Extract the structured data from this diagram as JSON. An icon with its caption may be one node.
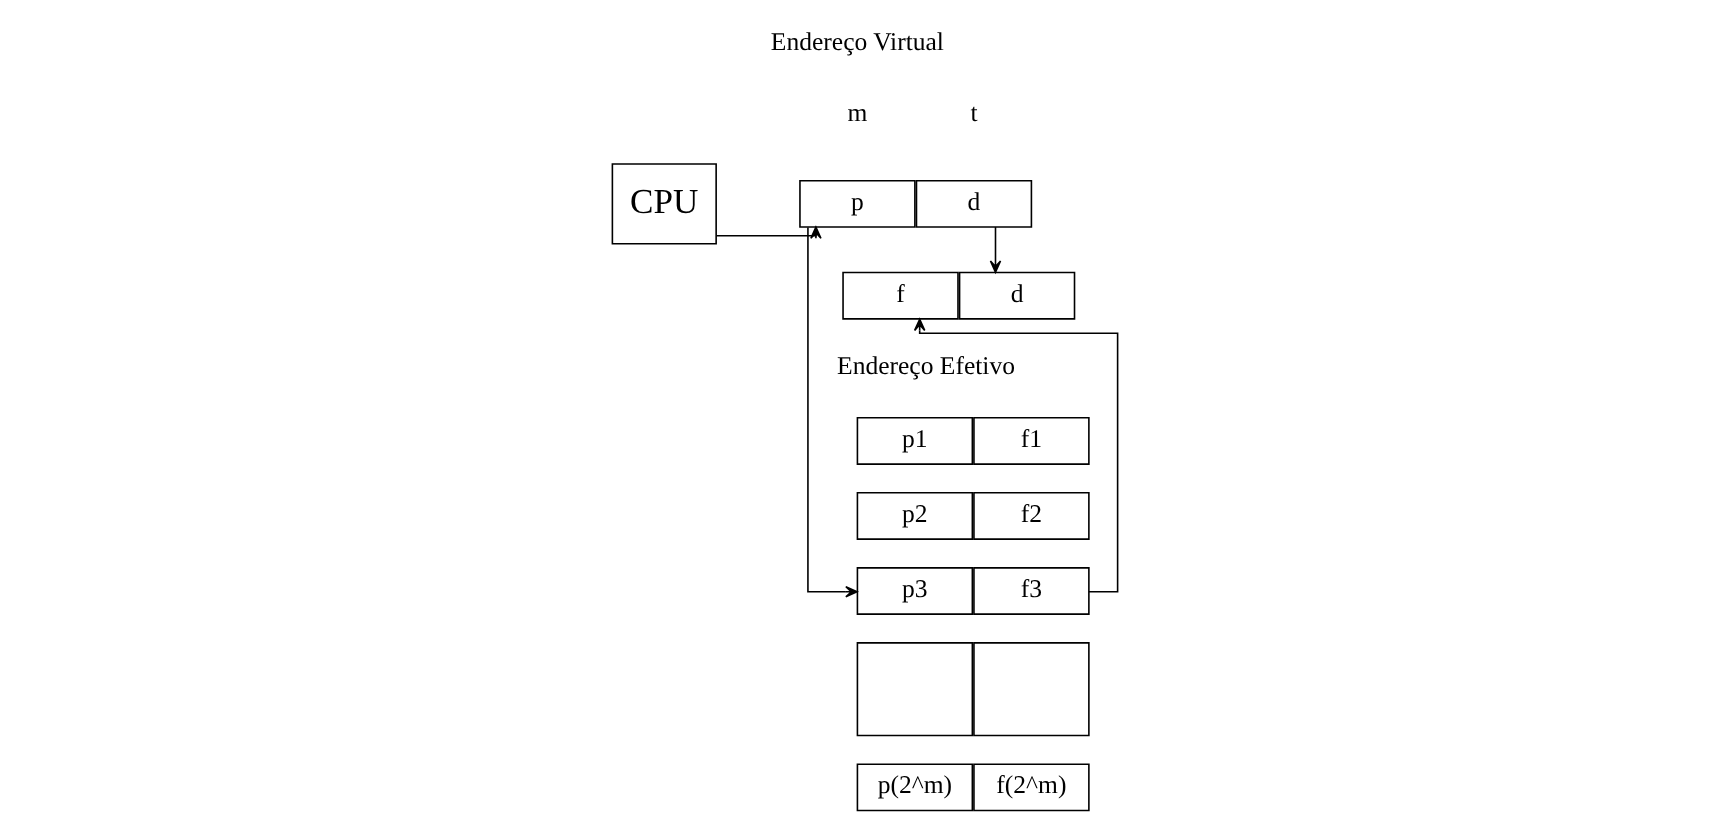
{
  "diagram": {
    "nodes": [
      {
        "text": [
          "CPU"
        ]
      },
      {
        "text": [
          "p"
        ]
      },
      {
        "text": [
          "d"
        ]
      },
      {
        "text": [
          "f"
        ]
      },
      {
        "text": [
          "d"
        ]
      },
      {
        "text": [
          "p1"
        ]
      },
      {
        "text": [
          "f1"
        ]
      },
      {
        "text": [
          "p2"
        ]
      },
      {
        "text": [
          "f2"
        ]
      },
      {
        "text": [
          "p3"
        ]
      },
      {
        "text": [
          "f3"
        ]
      },
      {
        "text": [],
        "shape": "box"
      },
      {
        "text": [],
        "shape": "box"
      },
      {
        "text": [
          "p(2^m)"
        ]
      },
      {
        "text": [
          "f(2^m)"
        ]
      }
    ],
    "edges": [
      {
        "from": 0,
        "to": 1,
        "arrow": "to"
      },
      {
        "from": 2,
        "to": 4,
        "arrow": "to"
      },
      {
        "from": 1,
        "to": 9,
        "arrow": "to"
      },
      {
        "from": 10,
        "to": 3,
        "arrow": "to"
      }
    ],
    "labels": [
      "Endereço Virtual",
      "m",
      "t",
      "Endereço Efetivo"
    ]
  }
}
